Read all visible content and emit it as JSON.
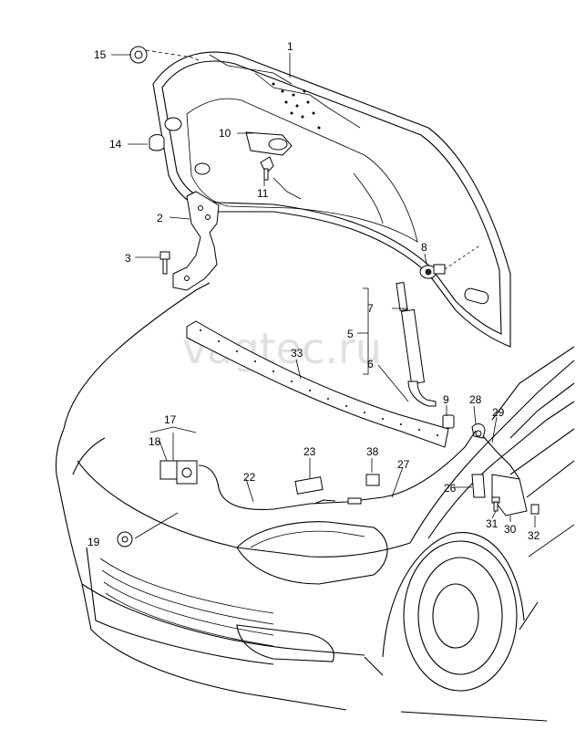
{
  "watermark": "vagtec.ru",
  "callouts": [
    {
      "n": "1"
    },
    {
      "n": "2"
    },
    {
      "n": "3"
    },
    {
      "n": "5"
    },
    {
      "n": "6"
    },
    {
      "n": "7"
    },
    {
      "n": "8"
    },
    {
      "n": "9"
    },
    {
      "n": "10"
    },
    {
      "n": "11"
    },
    {
      "n": "14"
    },
    {
      "n": "15"
    },
    {
      "n": "17"
    },
    {
      "n": "18"
    },
    {
      "n": "19"
    },
    {
      "n": "22"
    },
    {
      "n": "23"
    },
    {
      "n": "26"
    },
    {
      "n": "27"
    },
    {
      "n": "28"
    },
    {
      "n": "29"
    },
    {
      "n": "30"
    },
    {
      "n": "31"
    },
    {
      "n": "32"
    },
    {
      "n": "33"
    },
    {
      "n": "38"
    }
  ]
}
